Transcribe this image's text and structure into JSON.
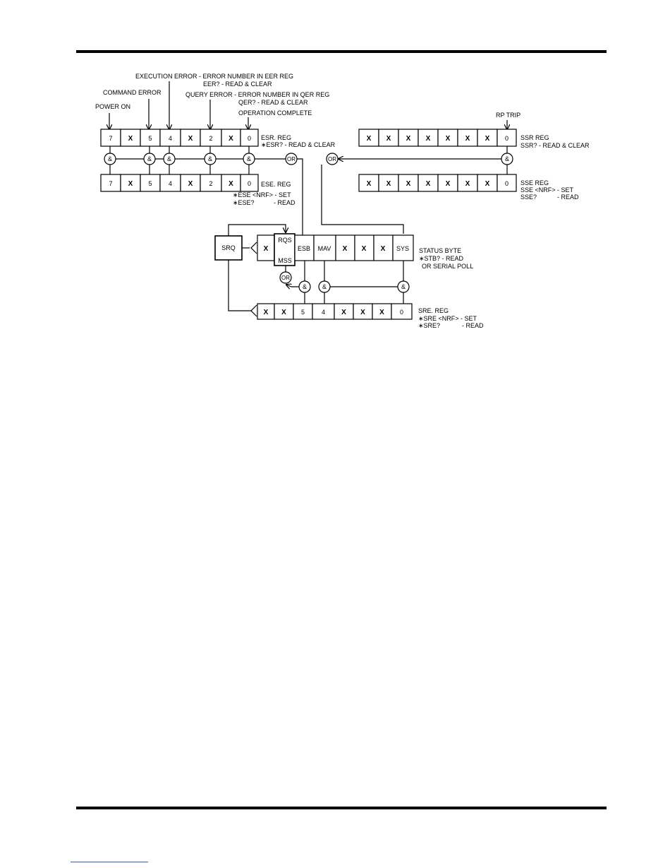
{
  "colors": {
    "ink": "#000000",
    "paper": "#ffffff",
    "footnote_rule": "#3355cc"
  },
  "labels": {
    "execution_error": "EXECUTION ERROR - ERROR NUMBER IN EER REG",
    "eer_read": "EER? - READ & CLEAR",
    "command_error": "COMMAND ERROR",
    "query_error": "QUERY ERROR - ERROR NUMBER IN QER REG",
    "qer_read": "QER? - READ & CLEAR",
    "power_on": "POWER ON",
    "operation_complete": "OPERATION COMPLETE",
    "rp_trip": "RP TRIP"
  },
  "registers": {
    "esr": {
      "cells": [
        "7",
        "X",
        "5",
        "4",
        "X",
        "2",
        "X",
        "0"
      ],
      "name": "ESR. REG",
      "cmd": "∗ESR? - READ & CLEAR"
    },
    "ese": {
      "cells": [
        "7",
        "X",
        "5",
        "4",
        "X",
        "2",
        "X",
        "0"
      ],
      "name": "ESE. REG",
      "cmd_set": "∗ESE <NRF> - SET",
      "cmd_read_label": "∗ESE?",
      "cmd_read": "- READ"
    },
    "ssr": {
      "cells": [
        "X",
        "X",
        "X",
        "X",
        "X",
        "X",
        "X",
        "0"
      ],
      "name": "SSR REG",
      "cmd": "SSR? - READ & CLEAR"
    },
    "sse": {
      "cells": [
        "X",
        "X",
        "X",
        "X",
        "X",
        "X",
        "X",
        "0"
      ],
      "name": "SSE REG",
      "cmd_set": "SSE <NRF> - SET",
      "cmd_read_label": "SSE?",
      "cmd_read": "- READ"
    },
    "status_byte": {
      "cells": [
        "X",
        "RQS",
        "ESB",
        "MAV",
        "X",
        "X",
        "X",
        "SYS"
      ],
      "mss": "MSS",
      "name": "STATUS BYTE",
      "cmd": "∗STB? - READ",
      "cmd2": "OR SERIAL POLL"
    },
    "sre": {
      "cells": [
        "X",
        "X",
        "5",
        "4",
        "X",
        "X",
        "X",
        "0"
      ],
      "name": "SRE. REG",
      "cmd_set": "∗SRE  <NRF> - SET",
      "cmd_read_label": "∗SRE?",
      "cmd_read": "- READ"
    }
  },
  "gates": {
    "and": "&",
    "or": "OR",
    "srq": "SRQ"
  }
}
